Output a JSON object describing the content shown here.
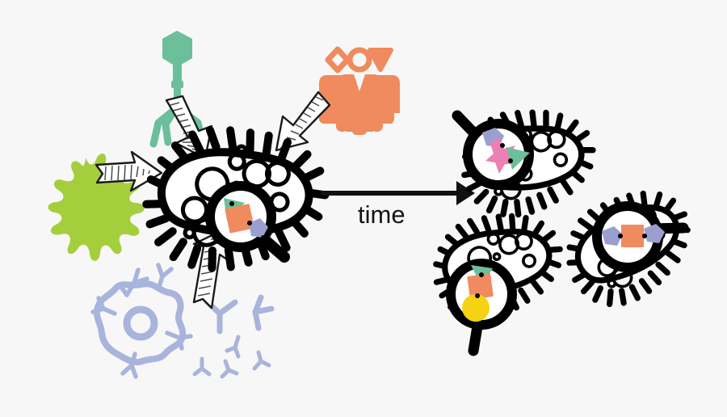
{
  "figure": {
    "title": "Bacterial adaptation to selective pressures over time",
    "background_color": "#f7f7f7",
    "ink_color": "#000000"
  },
  "labels": {
    "time_arrow": "time"
  },
  "palette": {
    "phage_green": "#6bbf9a",
    "splat_green": "#a5ce3d",
    "people_orange": "#ef8b5e",
    "immune_blue": "#a8b4dc",
    "marker_green": "#6bbf9a",
    "marker_orange": "#ef8b5e",
    "marker_blue": "#9a9fd0",
    "marker_pink": "#ec7fb4",
    "marker_yellow": "#f5d312",
    "outline_black": "#000000",
    "sketch_fill": "#ffffff"
  },
  "stressors": [
    {
      "id": "bacteriophage",
      "name": "Bacteriophage",
      "color": "#6bbf9a",
      "icon": "phage-icon",
      "position": "top-left"
    },
    {
      "id": "chemical-splat",
      "name": "Antimicrobial chemical splat",
      "color": "#a5ce3d",
      "icon": "splat-icon",
      "position": "left"
    },
    {
      "id": "human-hosts",
      "name": "Human hosts",
      "color": "#ef8b5e",
      "icon": "people-icon",
      "position": "top-right",
      "head_shapes": [
        "diamond",
        "circle",
        "triangle"
      ]
    },
    {
      "id": "immune-system",
      "name": "Immune cell and antibodies",
      "color": "#a8b4dc",
      "icon": "immune-cell-icon",
      "position": "bottom-left"
    }
  ],
  "arrows": [
    {
      "id": "arrow-phage",
      "style": "sketch",
      "direction": "down-right",
      "label": ""
    },
    {
      "id": "arrow-splat",
      "style": "sketch",
      "direction": "right",
      "label": ""
    },
    {
      "id": "arrow-people",
      "style": "sketch",
      "direction": "down-left",
      "label": ""
    },
    {
      "id": "arrow-immune",
      "style": "sketch",
      "direction": "up-right",
      "label": ""
    },
    {
      "id": "arrow-time",
      "style": "solid",
      "direction": "right",
      "label": "time"
    }
  ],
  "bacteria": [
    {
      "id": "ancestor",
      "name": "Ancestral bacterium",
      "stage": "before",
      "magnifier_markers": [
        {
          "shape": "triangle",
          "color": "#6bbf9a"
        },
        {
          "shape": "square",
          "color": "#ef8b5e"
        },
        {
          "shape": "pentagon",
          "color": "#9a9fd0"
        }
      ]
    },
    {
      "id": "descendant-top",
      "name": "Evolved bacterium (top right)",
      "stage": "after",
      "magnifier_markers": [
        {
          "shape": "pentagon",
          "color": "#9a9fd0"
        },
        {
          "shape": "star",
          "color": "#ec7fb4"
        },
        {
          "shape": "triangle",
          "color": "#6bbf9a"
        }
      ]
    },
    {
      "id": "descendant-bottom-left",
      "name": "Evolved bacterium (bottom centre)",
      "stage": "after",
      "magnifier_markers": [
        {
          "shape": "triangle",
          "color": "#6bbf9a"
        },
        {
          "shape": "square",
          "color": "#ef8b5e"
        },
        {
          "shape": "circle",
          "color": "#f5d312"
        }
      ]
    },
    {
      "id": "descendant-bottom-right",
      "name": "Evolved bacterium (right)",
      "stage": "after",
      "magnifier_markers": [
        {
          "shape": "pentagon",
          "color": "#9a9fd0"
        },
        {
          "shape": "square",
          "color": "#ef8b5e"
        },
        {
          "shape": "pentagon",
          "color": "#9a9fd0"
        }
      ]
    }
  ]
}
